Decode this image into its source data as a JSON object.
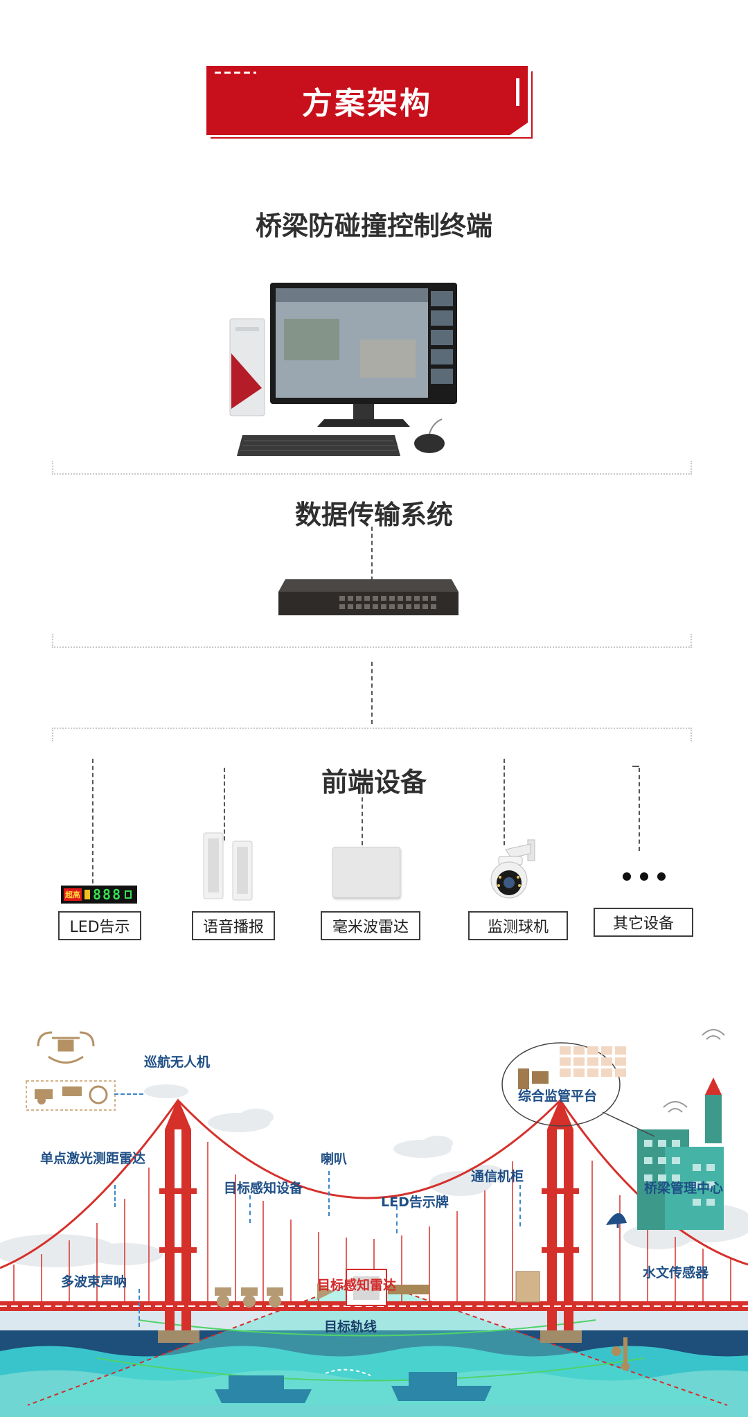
{
  "banner": {
    "title": "方案架构"
  },
  "sections": {
    "terminal_title": "桥梁防碰撞控制终端",
    "transmission_title": "数据传输系统",
    "frontend_title": "前端设备"
  },
  "devices": [
    {
      "label": "LED告示",
      "icon": "led-display-icon"
    },
    {
      "label": "语音播报",
      "icon": "speaker-column-icon"
    },
    {
      "label": "毫米波雷达",
      "icon": "radar-panel-icon"
    },
    {
      "label": "监测球机",
      "icon": "dome-camera-icon"
    },
    {
      "label": "其它设备",
      "icon": "more-dots-icon"
    }
  ],
  "led_sample": {
    "red_text": "超高",
    "digits": "888"
  },
  "scene": {
    "labels": {
      "drone": "巡航无人机",
      "platform": "综合监管平台",
      "laser": "单点激光测距雷达",
      "horn": "喇叭",
      "sensing": "目标感知设备",
      "cabinet": "通信机柜",
      "led": "LED告示牌",
      "center": "桥梁管理中心",
      "radar": "目标感知雷达",
      "sonar": "多波束声呐",
      "hydro": "水文传感器",
      "track": "目标轨线"
    }
  },
  "colors": {
    "brand_red": "#c8101c",
    "bridge_red": "#d6302b",
    "sea_cyan": "#39c4cc",
    "sea_dark": "#1e4e7a",
    "label_blue": "#1f4f86"
  }
}
